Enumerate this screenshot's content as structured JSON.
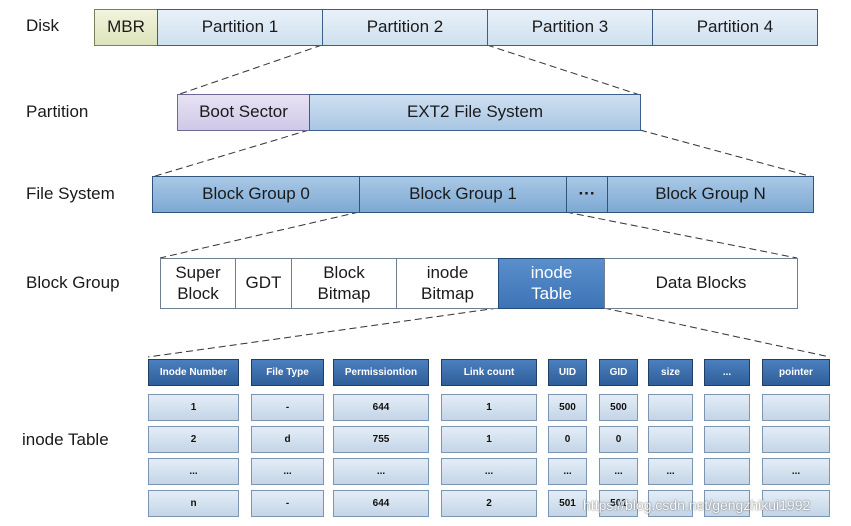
{
  "rows": {
    "disk": "Disk",
    "partition": "Partition",
    "file_system": "File System",
    "block_group": "Block Group",
    "inode_table": "inode Table"
  },
  "disk": {
    "mbr": "MBR",
    "partitions": [
      "Partition 1",
      "Partition 2",
      "Partition 3",
      "Partition 4"
    ]
  },
  "partition": {
    "boot_sector": "Boot Sector",
    "ext2": "EXT2 File System"
  },
  "file_system": {
    "groups": [
      "Block Group 0",
      "Block Group 1",
      "···",
      "Block Group N"
    ]
  },
  "block_group": {
    "super_block": [
      "Super",
      "Block"
    ],
    "gdt": "GDT",
    "block_bitmap": [
      "Block",
      "Bitmap"
    ],
    "inode_bitmap": [
      "inode",
      "Bitmap"
    ],
    "inode_table": [
      "inode",
      "Table"
    ],
    "data_blocks": "Data Blocks"
  },
  "table": {
    "headers": [
      "Inode Number",
      "File Type",
      "Permissiontion",
      "Link count",
      "UID",
      "GID",
      "size",
      "...",
      "pointer"
    ],
    "rows": [
      [
        "1",
        "-",
        "644",
        "1",
        "500",
        "500",
        "",
        "",
        ""
      ],
      [
        "2",
        "d",
        "755",
        "1",
        "0",
        "0",
        "",
        "",
        ""
      ],
      [
        "...",
        "...",
        "...",
        "...",
        "...",
        "...",
        "...",
        "",
        "..."
      ],
      [
        "n",
        "-",
        "644",
        "2",
        "501",
        "501",
        "",
        "",
        ""
      ]
    ]
  },
  "watermark": "https://blog.csdn.net/gengzhikui1992"
}
